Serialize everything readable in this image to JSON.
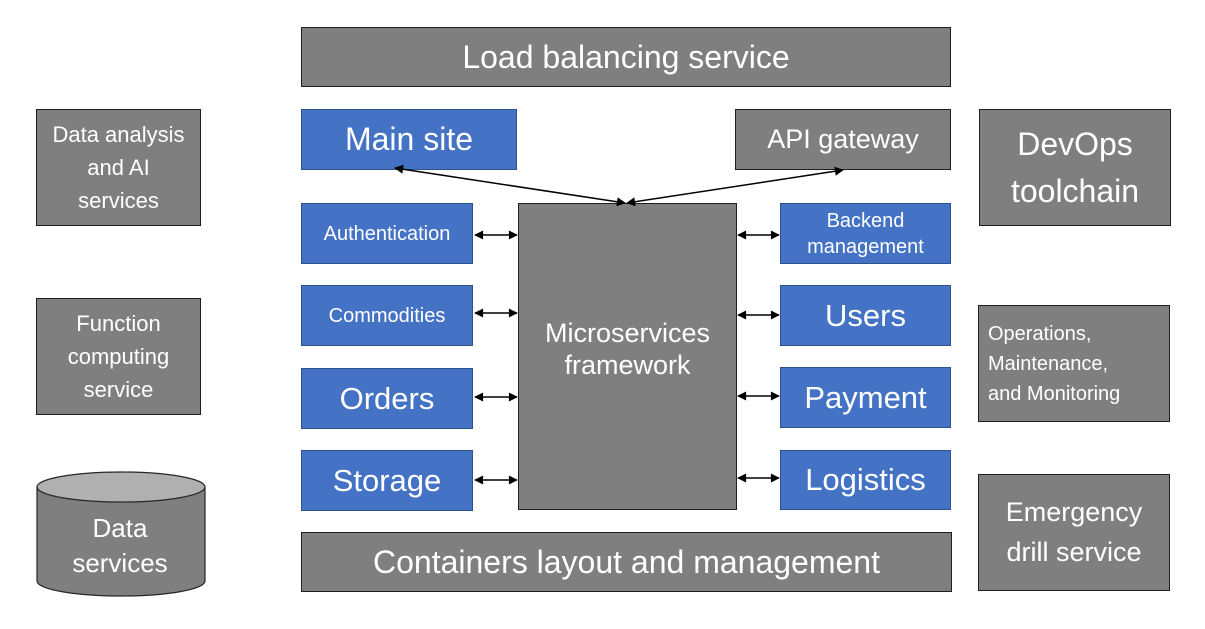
{
  "diagram": {
    "top_bar": "Load balancing service",
    "bottom_bar": "Containers layout and management",
    "center": "Microservices\nframework",
    "main_site": "Main site",
    "api_gateway": "API gateway",
    "left_services": [
      "Authentication",
      "Commodities",
      "Orders",
      "Storage"
    ],
    "right_services": [
      "Backend\nmanagement",
      "Users",
      "Payment",
      "Logistics"
    ],
    "left_side": {
      "data_analysis": "Data analysis\nand AI\nservices",
      "function_computing": "Function\ncomputing\nservice",
      "data_services": "Data\nservices"
    },
    "right_side": {
      "devops": "DevOps\ntoolchain",
      "operations": "Operations,\nMaintenance,\nand Monitoring",
      "emergency": "Emergency\ndrill service"
    },
    "colors": {
      "gray_box": "#7f7f7f",
      "blue_box": "#4472c4",
      "cylinder_top": "#b0b0b0"
    }
  }
}
